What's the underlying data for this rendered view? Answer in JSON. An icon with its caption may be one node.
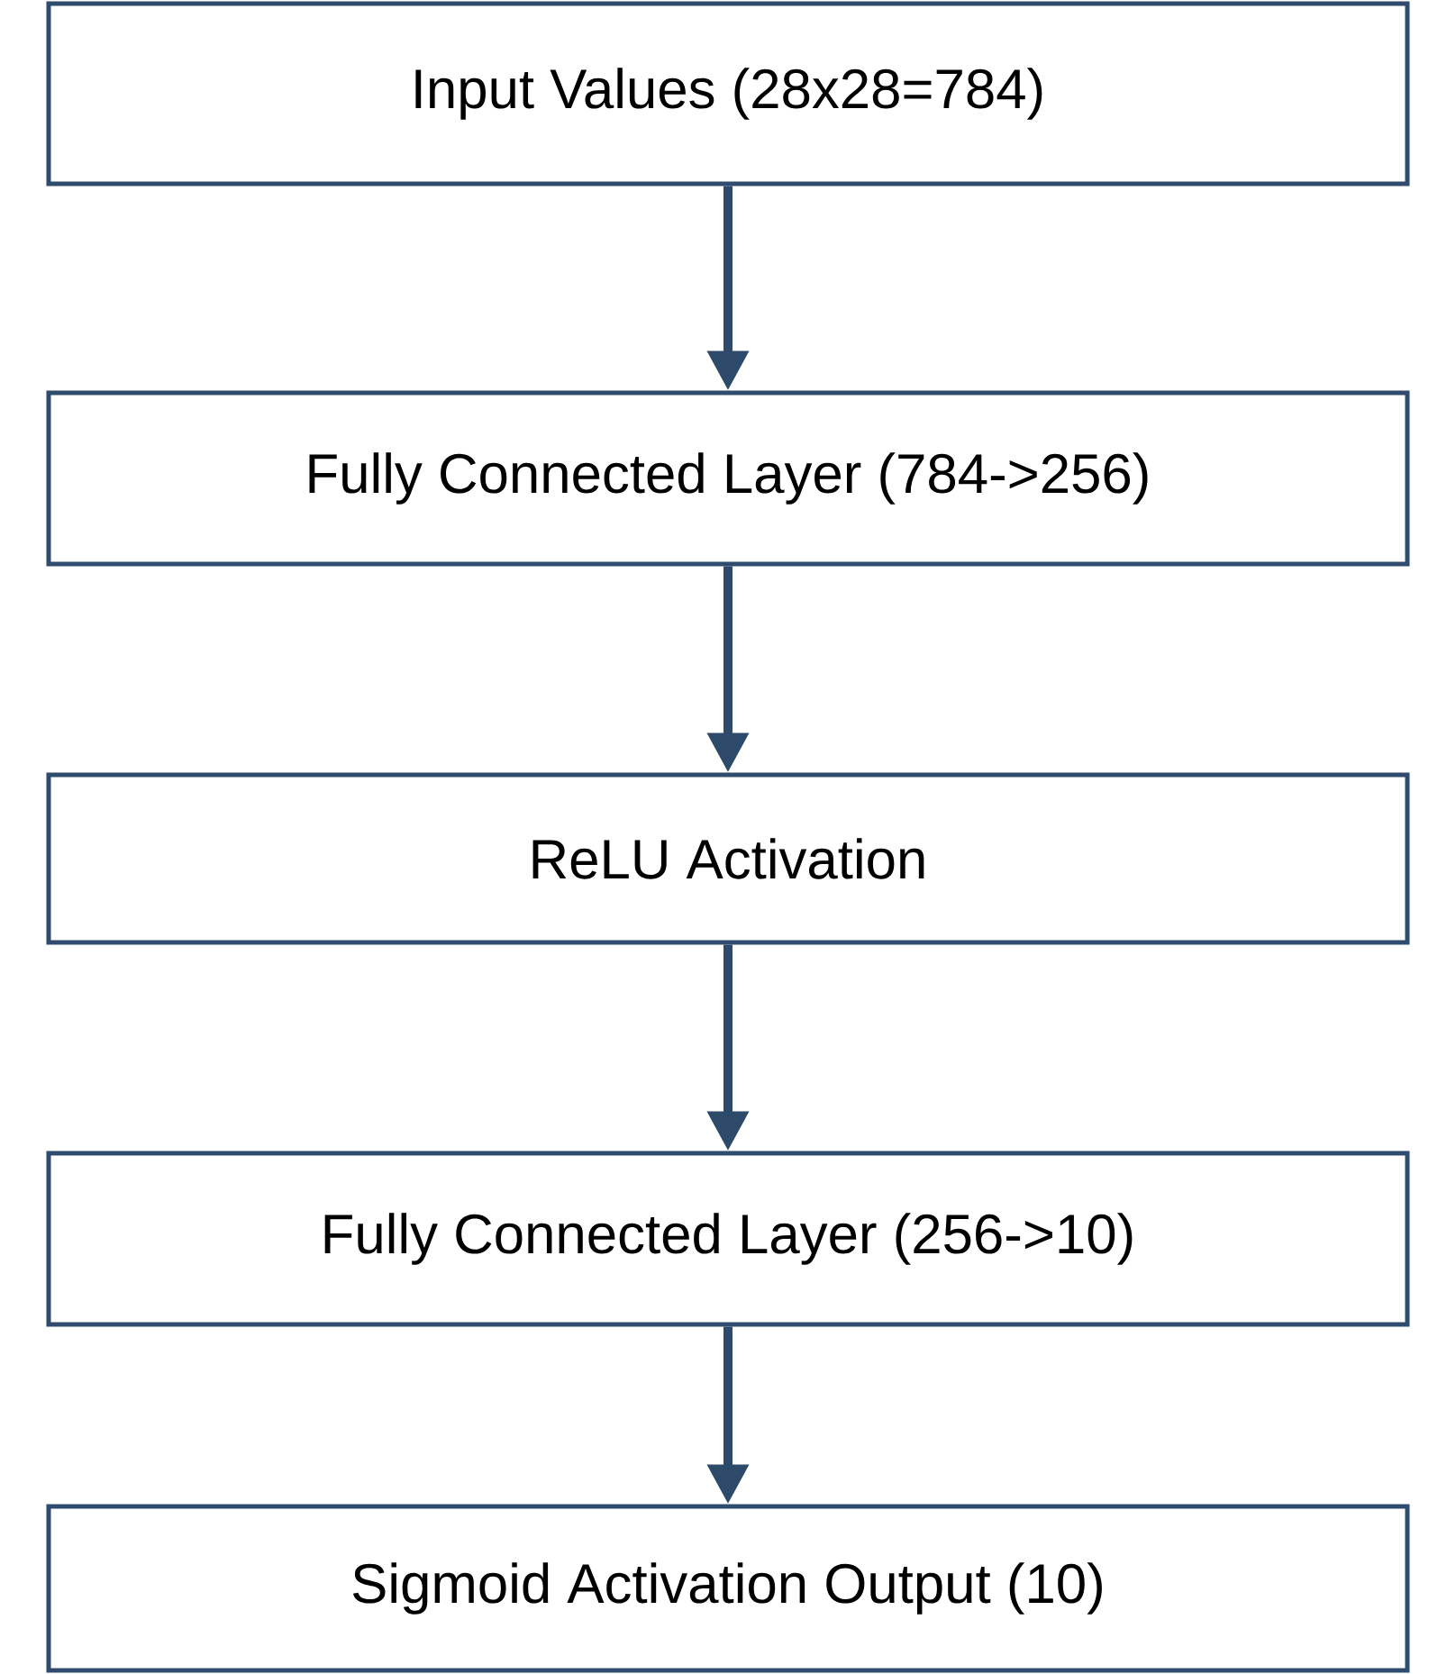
{
  "diagram": {
    "nodes": [
      {
        "text": [
          "Input Values (28x28=784)"
        ]
      },
      {
        "text": [
          "Fully Connected Layer (784->256)"
        ]
      },
      {
        "text": [
          "ReLU Activation"
        ]
      },
      {
        "text": [
          "Fully Connected Layer (256->10)"
        ]
      },
      {
        "text": [
          "Sigmoid Activation Output (10)"
        ]
      }
    ],
    "edges": [
      {
        "from": 0,
        "to": 1,
        "arrow": "to"
      },
      {
        "from": 1,
        "to": 2,
        "arrow": "to"
      },
      {
        "from": 2,
        "to": 3,
        "arrow": "to"
      },
      {
        "from": 3,
        "to": 4,
        "arrow": "to"
      }
    ]
  }
}
